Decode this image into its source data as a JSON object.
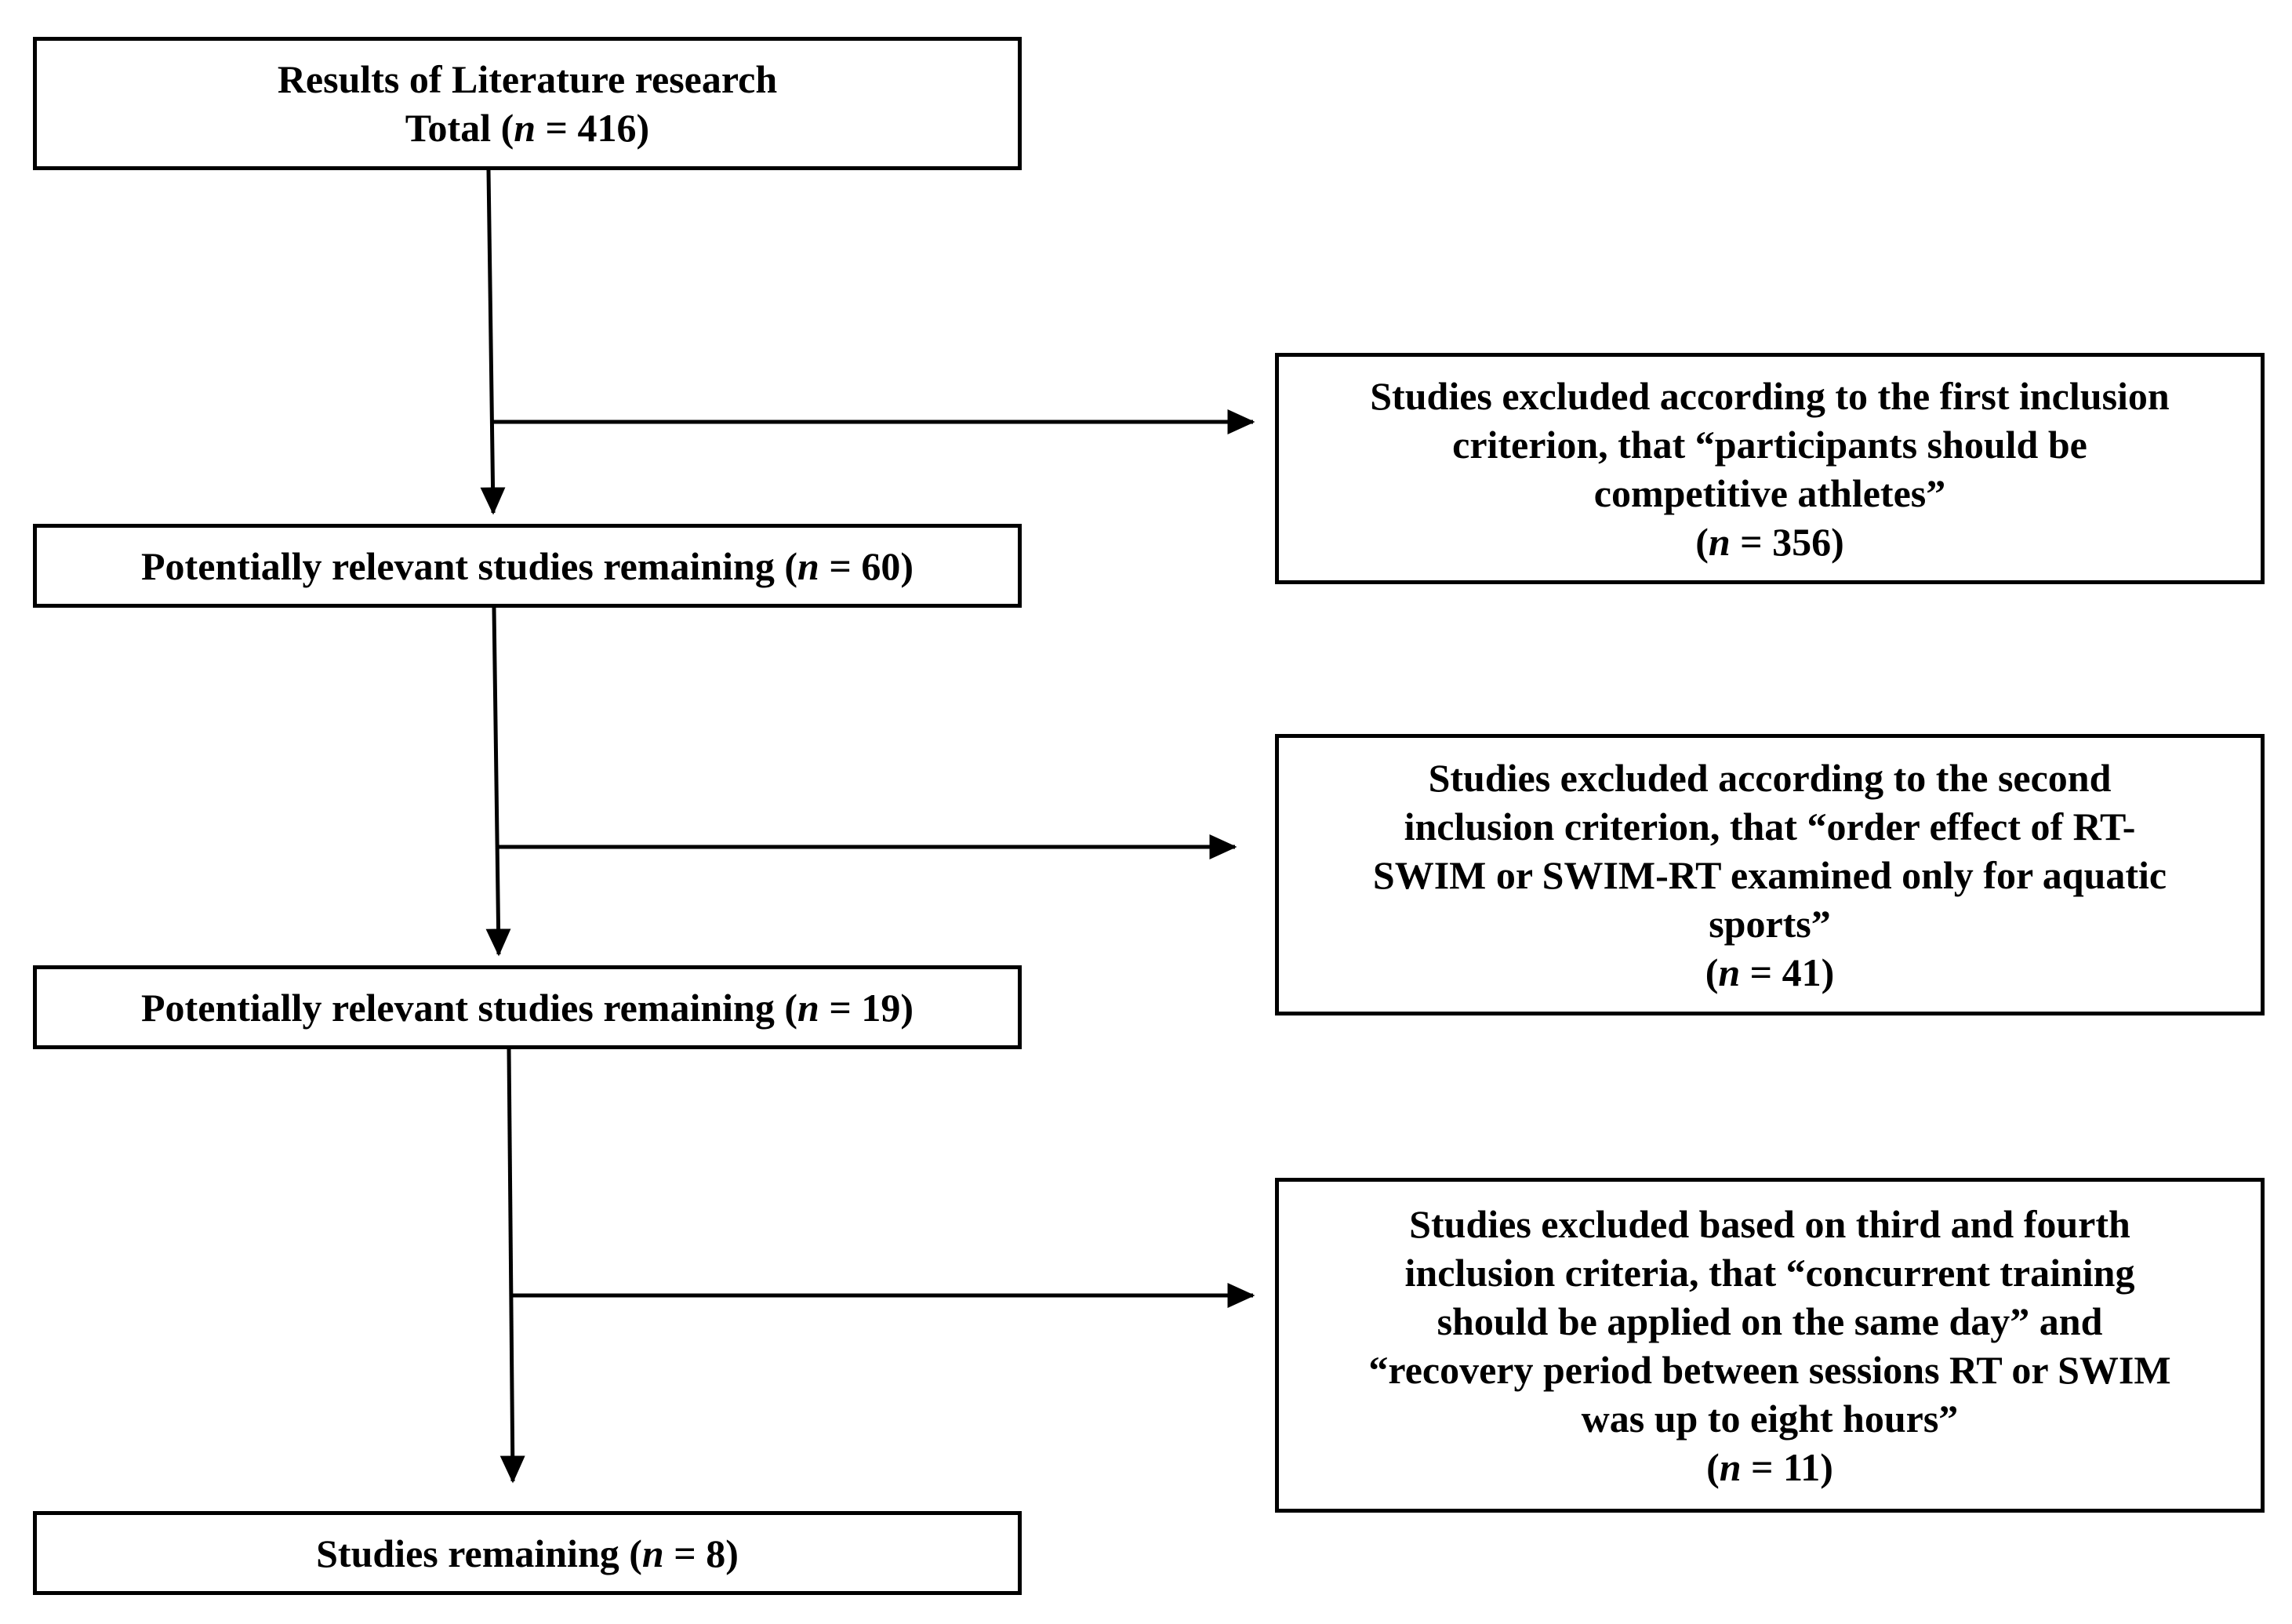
{
  "total_box": {
    "title": "Results of Literature research",
    "n_prefix": "Total (",
    "n_var": "n",
    "n_suffix": " = 416)"
  },
  "remaining_60": {
    "label": "Potentially relevant studies remaining (",
    "n_var": "n",
    "n_suffix": " = 60)"
  },
  "remaining_19": {
    "label": "Potentially relevant studies remaining (",
    "n_var": "n",
    "n_suffix": " = 19)"
  },
  "final_box": {
    "label": "Studies remaining (",
    "n_var": "n",
    "n_suffix": " = 8)"
  },
  "exclusion_1": {
    "lines": [
      "Studies excluded according to the first inclusion",
      "criterion, that “participants should be",
      "competitive athletes”"
    ],
    "n_prefix": "(",
    "n_var": "n",
    "n_suffix": " = 356)"
  },
  "exclusion_2": {
    "lines": [
      "Studies excluded according to the second",
      "inclusion criterion, that “order effect of RT-",
      "SWIM or SWIM-RT examined only for aquatic",
      "sports”"
    ],
    "n_prefix": "(",
    "n_var": "n",
    "n_suffix": " = 41)"
  },
  "exclusion_3": {
    "lines": [
      "Studies excluded based on third and fourth",
      "inclusion criteria, that “concurrent training",
      "should be applied on the same day” and",
      "“recovery period between sessions RT or SWIM",
      "was up to eight hours”"
    ],
    "n_prefix": "(",
    "n_var": "n",
    "n_suffix": " = 11)"
  },
  "colors": {
    "stroke": "#000000",
    "background": "#ffffff",
    "text": "#000000"
  }
}
